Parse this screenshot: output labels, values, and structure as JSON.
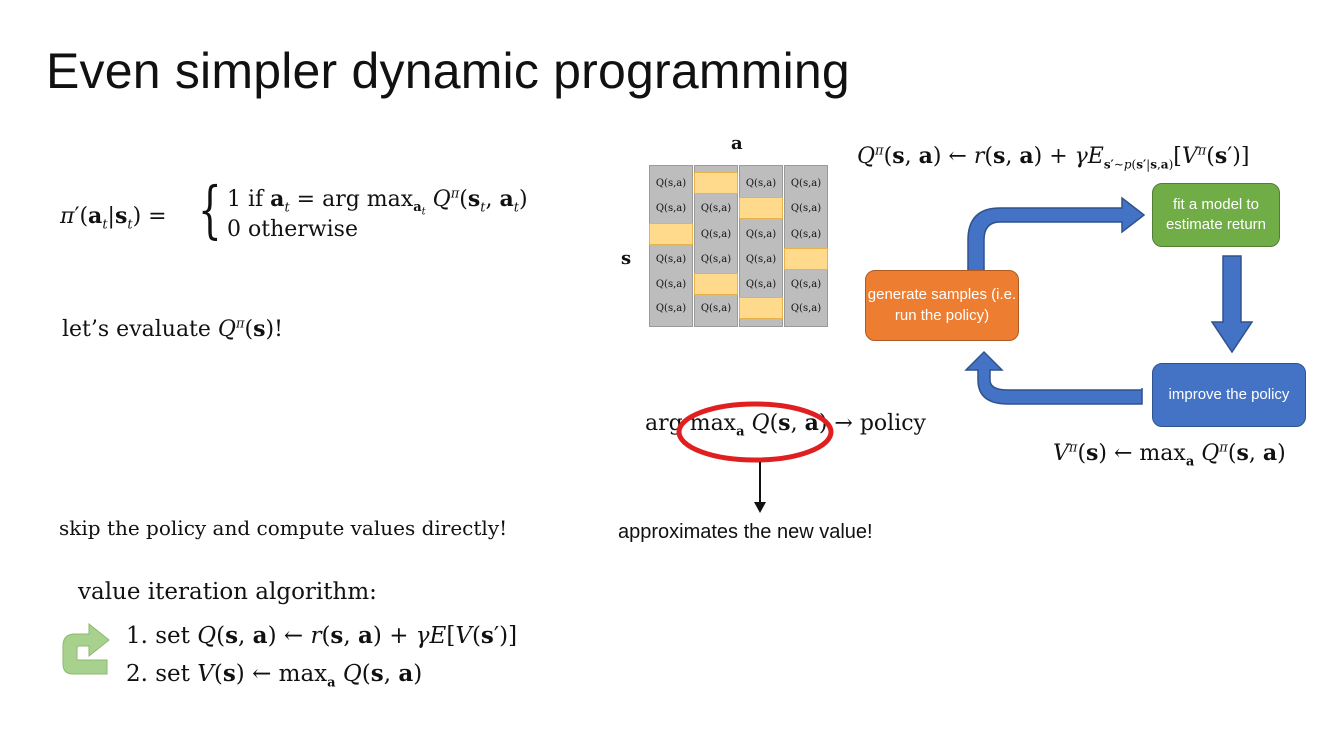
{
  "slide": {
    "title": "Even simpler dynamic programming"
  },
  "left": {
    "policy_lhs": "π′(a|s) =",
    "case1": "1 if a = arg max Q(s, a)",
    "case2": "0 otherwise",
    "evaluate": "let’s evaluate Q(s)!",
    "skip": "skip the policy and compute values directly!",
    "algo_title": "value iteration algorithm:",
    "step1": "1. set Q(s, a) ← r(s, a) + γE[V(s′)]",
    "step2": "2. set V(s) ← max Q(s, a)"
  },
  "grid": {
    "col_label": "a",
    "row_label": "s",
    "cell_text": "Q(s,a)"
  },
  "middle": {
    "argmax_text": "arg max Q(s, a) → policy",
    "approx_note": "approximates the new value!"
  },
  "right": {
    "q_update": "Q(s, a) ← r(s, a) + γE[V(s′)]",
    "v_update": "V(s) ← max Q(s, a)",
    "box_fit": "fit a model to estimate return",
    "box_generate": "generate samples (i.e. run the policy)",
    "box_improve": "improve the policy"
  },
  "colors": {
    "green": "#70ad47",
    "orange": "#ed7d31",
    "blue": "#4472c4",
    "highlight": "#ffd98c",
    "grid_gray": "#bdbdbd",
    "ellipse_red": "#e02020",
    "loop_arrow_green": "#a9d18e"
  }
}
